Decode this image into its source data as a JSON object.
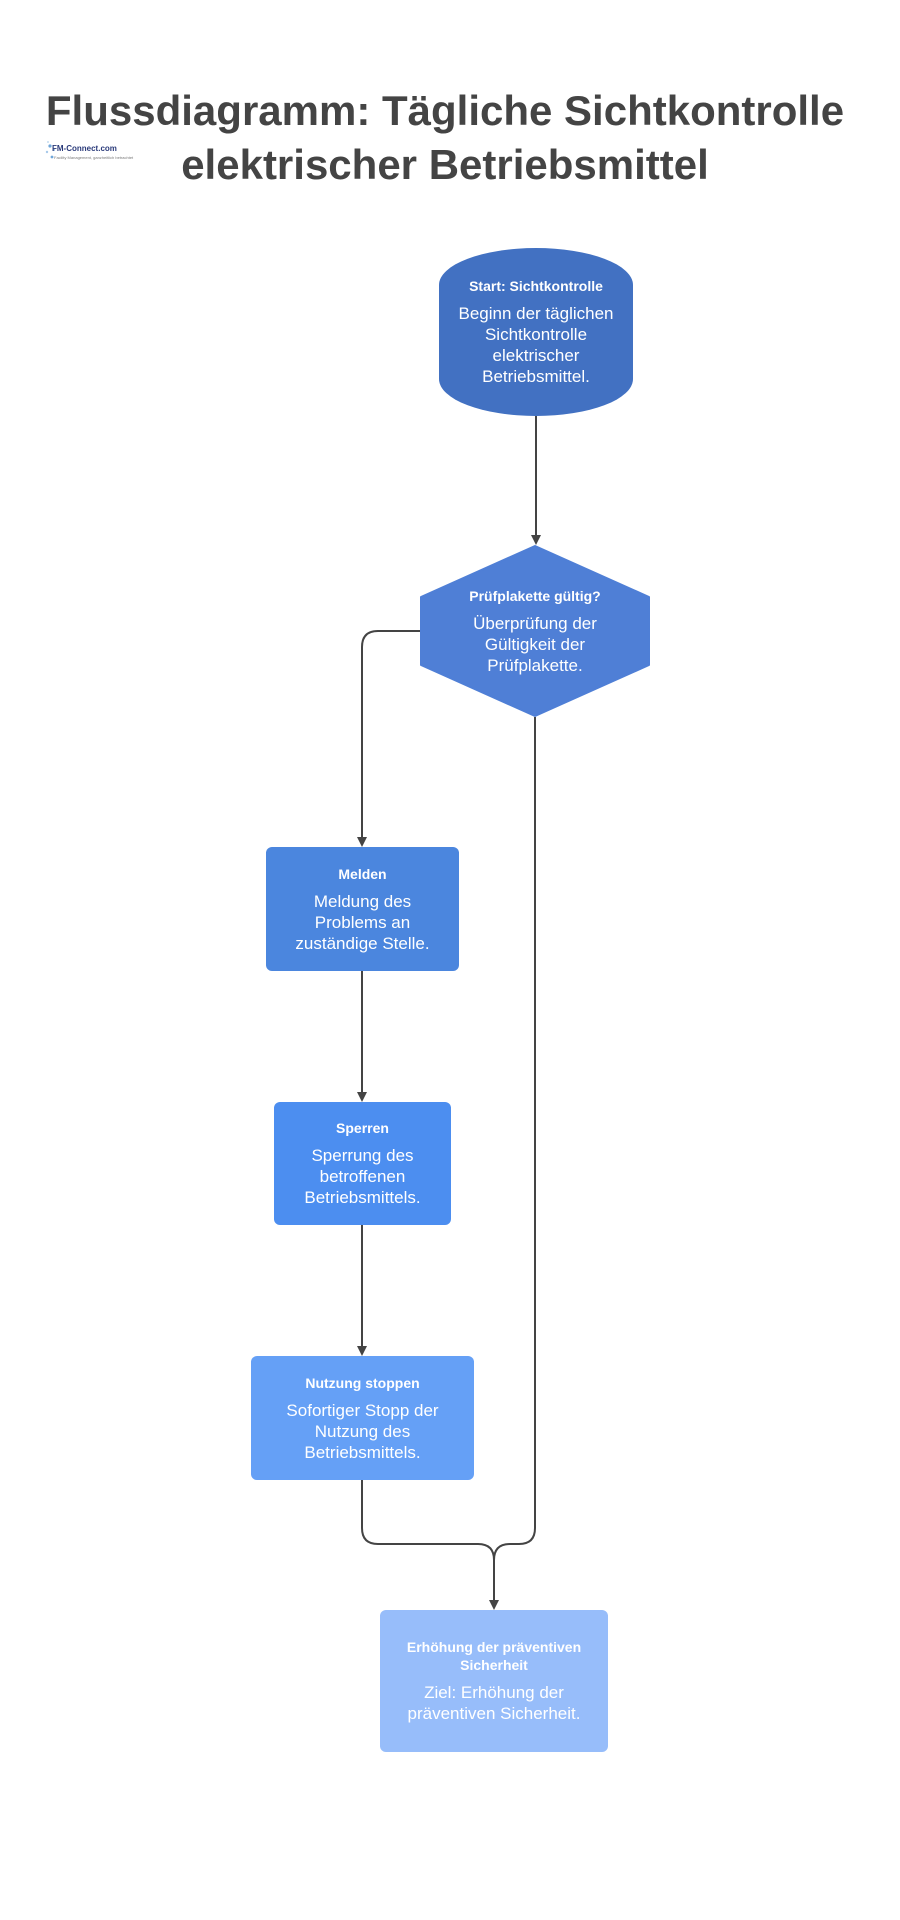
{
  "title": {
    "line1": "Flussdiagramm: Tägliche Sichtkontrolle",
    "line2": "elektrischer Betriebsmittel"
  },
  "logo": {
    "name": "FM-Connect.com",
    "tagline": "Facility Management, ganzheitlich betrachtet"
  },
  "nodes": {
    "start": {
      "title": "Start: Sichtkontrolle",
      "text": "Beginn der täglichen Sichtkontrolle elektrischer Betriebsmittel."
    },
    "decision": {
      "title": "Prüfplakette gültig?",
      "text": "Überprüfung der Gültigkeit der Prüfplakette."
    },
    "melden": {
      "title": "Melden",
      "text": "Meldung des Problems an zuständige Stelle."
    },
    "sperren": {
      "title": "Sperren",
      "text": "Sperrung des betroffenen Betriebsmittels."
    },
    "stoppen": {
      "title": "Nutzung stoppen",
      "text": "Sofortiger Stopp der Nutzung des Betriebsmittels."
    },
    "erhoehung": {
      "title": "Erhöhung der präventiven Sicherheit",
      "text": "Ziel: Erhöhung der präventiven Sicherheit."
    }
  },
  "colors": {
    "start": "#4271c2",
    "decision": "#4f7fd6",
    "melden": "#4b86de",
    "sperren": "#4c8ef0",
    "stoppen": "#65a0f6",
    "erhoehung": "#97bdfa",
    "connector": "#444444"
  }
}
